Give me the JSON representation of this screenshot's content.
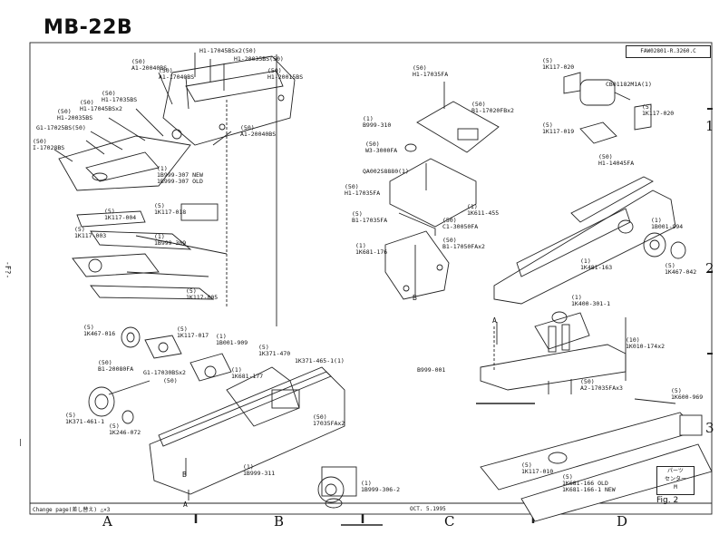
{
  "title": "MB-22B",
  "doc_number": "FAW02801-R.3260.C",
  "footer": {
    "change_note": "Change page(差し替え) △×3",
    "date": "OCT. 5.1995",
    "figure": "Fig. 2",
    "stamp": "パーツ\nセンター\nM"
  },
  "grid_cols": [
    "A",
    "B",
    "C",
    "D"
  ],
  "grid_rows": [
    "1",
    "2",
    "3"
  ],
  "margin_marks": [
    "-F?-",
    "|"
  ],
  "labels": {
    "l01": "H1-17045BSx2(50)",
    "l02": "H1-20035BS(50)",
    "l03": "(50)\nA1-20040BS",
    "l04": "(50)\nA1-17040BS",
    "l05": "(50)\nH1-20015BS",
    "l06": "(50)\nH1-17035BS",
    "l07": "(50)\nH1-17045BSx2",
    "l08": "(50)\nH1-20035BS",
    "l09": "G1-17025BS(50)",
    "l10": "(50)\nI-17028BS",
    "l11": "(50)\nA1-20040BS",
    "l12": "(1)\n1B999-307 NEW\n1B999-307 OLD",
    "l13": "(5)\n1K117-018",
    "l14": "(5)\n1K117-004",
    "l15": "(5)\n1K117-003",
    "l16": "(1)\n1B999-309",
    "l17": "(5)\n1K117-005",
    "l18": "(5)\n1K467-016",
    "l19": "(5)\n1K117-017",
    "l20": "(1)\n1B001-909",
    "l21": "(5)\n1K371-470",
    "l22": "(50)\nB1-20080FA",
    "l23": "G1-17030BSx2",
    "l24": "(50)",
    "l25": "(1)\n1K681-177",
    "l26": "1K371-465-1(1)",
    "l27": "(5)\n1K371-461-1",
    "l28": "(5)\n1K246-072",
    "l29": "(50)\n17035FAx2",
    "l30": "(1)\n1B999-311",
    "l31": "(1)\n1B999-306-2",
    "l32": "(50)\nH1-17035FA",
    "l33": "(1)\nB999-310",
    "l34": "(50)\nB1-17020FBx2",
    "l35": "(50)\nW3-3000FA",
    "l36": "QA002S8880(1)",
    "l37": "(50)\nH1-17035FA",
    "l38": "(1)\n1K611-455",
    "l39": "(5)\nB1-17035FA",
    "l40": "(50)\nC1-30050FA",
    "l41": "(1)\n1K681-176",
    "l42": "(50)\nB1-17050FAx2",
    "l43": "(5)\n1K117-020",
    "l44": "CB01182M1A(1)",
    "l45": "(5)\n1K117-020",
    "l46": "(5)\n1K117-019",
    "l47": "(50)\nH1-14045FA",
    "l48": "(1)\n1B001-994",
    "l49": "(1)\n1K481-163",
    "l50": "(5)\n1K467-042",
    "l51": "(1)\n1K400-301-1",
    "l52": "(10)\n1K010-174x2",
    "l53": "(50)\nA2-17035FAx3",
    "l54": "B999-001",
    "l55": "(5)\n1K600-969",
    "l56": "(5)\n1K117-010",
    "l57": "(5)\n1K681-166 OLD\n1K681-166-1 NEW",
    "l58": "B",
    "l59": "A",
    "l60": "B",
    "l61": "A"
  }
}
